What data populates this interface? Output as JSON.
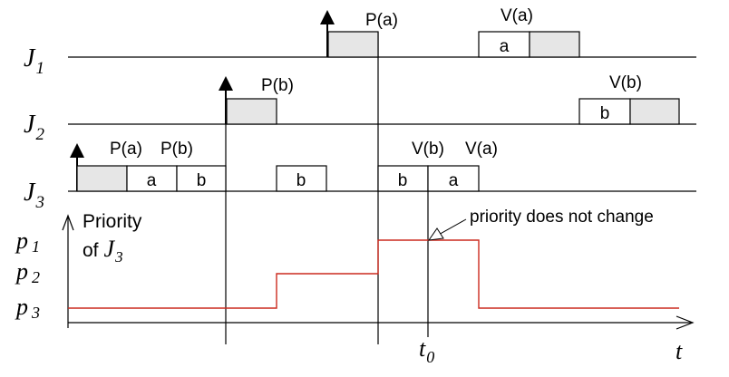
{
  "jobs": {
    "j1": {
      "name": "J",
      "sub": "1"
    },
    "j2": {
      "name": "J",
      "sub": "2"
    },
    "j3": {
      "name": "J",
      "sub": "3"
    }
  },
  "ops": {
    "pa_j1": "P(a)",
    "va_j1": "V(a)",
    "pb_j2": "P(b)",
    "vb_j2": "V(b)",
    "pa_j3": "P(a)",
    "pb_j3": "P(b)",
    "vb_j3": "V(b)",
    "va_j3": "V(a)"
  },
  "box_labels": {
    "a": "a",
    "b": "b"
  },
  "priority_axis": {
    "title_line1": "Priority",
    "title_line2_prefix": "of",
    "title_job": "J",
    "title_job_sub": "3",
    "levels": [
      {
        "name": "p",
        "sub": "1"
      },
      {
        "name": "p",
        "sub": "2"
      },
      {
        "name": "p",
        "sub": "3"
      }
    ],
    "time_label": "t",
    "t0_name": "t",
    "t0_sub": "0"
  },
  "annotation": "priority does not change",
  "colors": {
    "shaded": "#e6e6e6",
    "priority_line": "#cc2a1e",
    "stroke": "#000000"
  }
}
